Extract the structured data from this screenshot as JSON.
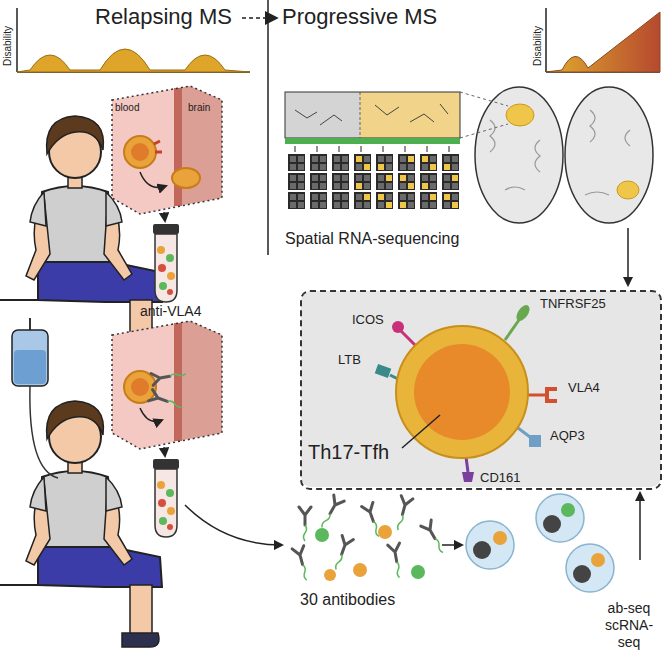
{
  "diagram": {
    "nodes": [
      {
        "text": [
          "ICOS",
          "TNFRSF25",
          "LTB",
          "VLA4",
          "AQP3",
          "CD161",
          "Th17-Tfh"
        ]
      }
    ],
    "labels": [
      "Relapsing MS",
      "Progressive MS",
      "Disability",
      "Disability",
      "blood",
      "brain",
      "anti-VLA4",
      "Spatial RNA-sequencing",
      "30 antibodies",
      "ab-seq scRNA-seq"
    ]
  }
}
